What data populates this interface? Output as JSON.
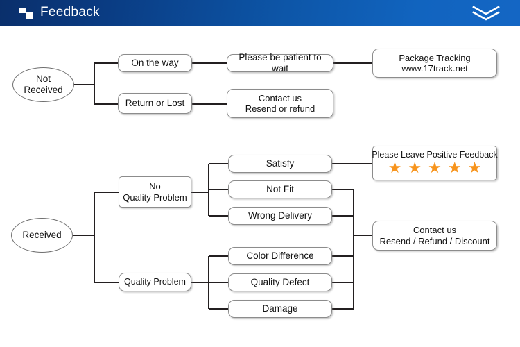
{
  "header": {
    "title": "Feedback",
    "logo_icon": "two-squares-logo-icon",
    "collapse_icon": "double-chevron-down-icon",
    "background_start": "#0a2f6b",
    "background_end": "#1466c4",
    "text_color": "#ffffff"
  },
  "flowchart": {
    "accent_star_color": "#f7941d",
    "node_border_color": "#8c8c8c",
    "wire_color": "#231f20",
    "branches": [
      {
        "id": "not-received",
        "root": "Not\nReceived",
        "paths": [
          {
            "step1": "On the way",
            "step2": "Please be patient to wait",
            "step3": "Package Tracking\nwww.17track.net"
          },
          {
            "step1": "Return or Lost",
            "step2": "Contact us\nResend or refund"
          }
        ]
      },
      {
        "id": "received",
        "root": "Received",
        "paths": [
          {
            "step1": "No\nQuality Problem",
            "leaves": [
              "Satisfy",
              "Not Fit",
              "Wrong Delivery"
            ]
          },
          {
            "step1": "Quality Problem",
            "leaves": [
              "Color Difference",
              "Quality Defect",
              "Damage"
            ]
          }
        ]
      }
    ],
    "outcomes": {
      "positive_feedback": {
        "caption": "Please Leave Positive Feedback",
        "star_count": 5,
        "star_glyph": "★"
      },
      "contact": "Contact us\nResend / Refund / Discount"
    }
  },
  "nodes": {
    "not_received": "Not\nReceived",
    "on_the_way": "On the way",
    "return_or_lost": "Return or Lost",
    "be_patient": "Please be patient to wait",
    "package_tracking": "Package Tracking\nwww.17track.net",
    "contact_resend_refund": "Contact us\nResend or refund",
    "received": "Received",
    "no_quality_problem": "No\nQuality Problem",
    "quality_problem": "Quality Problem",
    "satisfy": "Satisfy",
    "not_fit": "Not Fit",
    "wrong_delivery": "Wrong Delivery",
    "color_difference": "Color Difference",
    "quality_defect": "Quality Defect",
    "damage": "Damage",
    "stars_caption": "Please Leave Positive Feedback",
    "contact_resend_refund_discount": "Contact us\nResend / Refund / Discount"
  },
  "stars": [
    "★",
    "★",
    "★",
    "★",
    "★"
  ]
}
